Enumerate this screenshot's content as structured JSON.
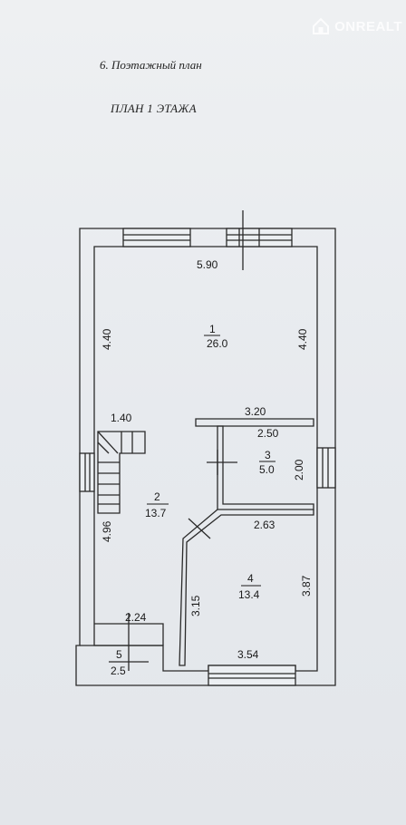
{
  "watermark": {
    "text": "ONREALT",
    "icon": "house-icon"
  },
  "headings": {
    "section": "6. Поэтажный план",
    "plan_title": "ПЛАН 1 ЭТАЖА"
  },
  "rooms": [
    {
      "number": "1",
      "area": "26.0"
    },
    {
      "number": "2",
      "area": "13.7"
    },
    {
      "number": "3",
      "area": "5.0"
    },
    {
      "number": "4",
      "area": "13.4"
    },
    {
      "number": "5",
      "area": "2.5"
    }
  ],
  "dimensions": {
    "top_width": "5.90",
    "room1_left": "4.40",
    "room1_right": "4.40",
    "stair_width": "1.40",
    "partition": "3.20",
    "room3_width": "2.50",
    "room3_height": "2.00",
    "room4_top": "2.63",
    "room4_right": "3.87",
    "room4_left": "3.15",
    "room4_bottom": "3.54",
    "room2_left": "4.96",
    "room5_width": "2.24"
  },
  "colors": {
    "line": "#2a2a2a",
    "paper": "#eceff2"
  }
}
